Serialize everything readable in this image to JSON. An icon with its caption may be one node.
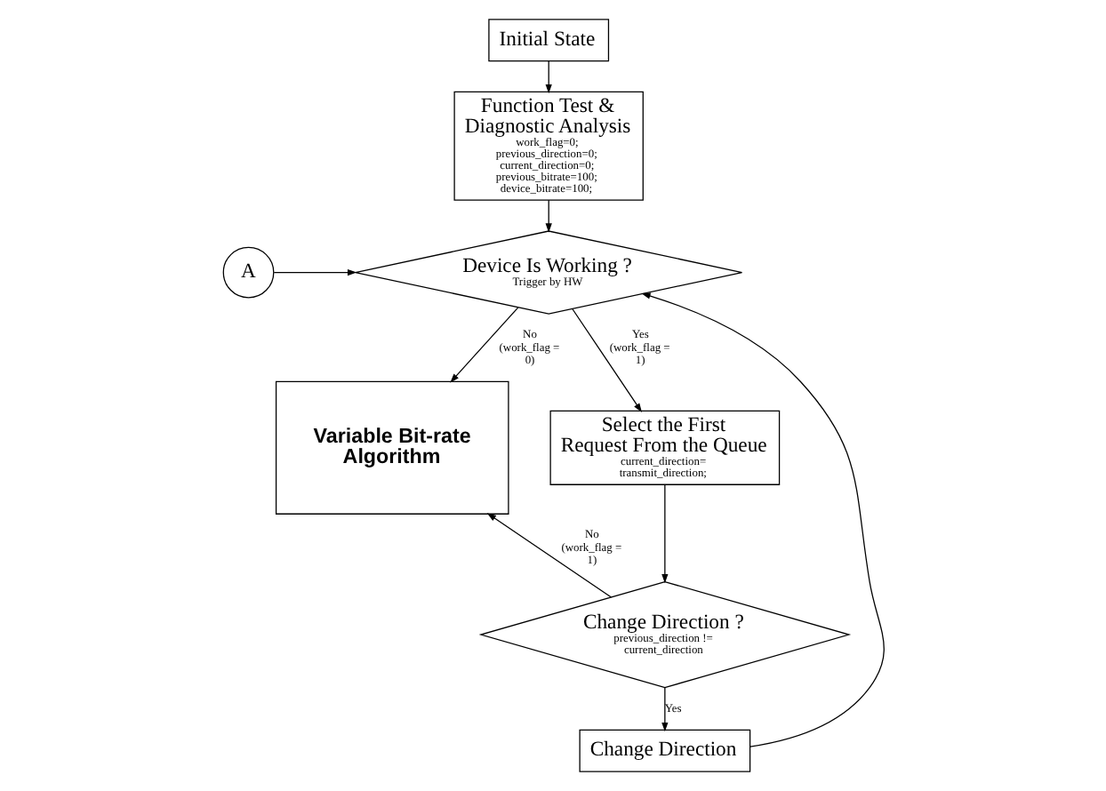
{
  "diagram": {
    "nodes": [
      {
        "text": [
          "Initial State"
        ]
      },
      {
        "text": [
          "Function Test & Diagnostic Analysis",
          "work_flag=0; previous_direction=0; current_direction=0; previous_bitrate=100; device_bitrate=100;"
        ]
      },
      {
        "text": [
          "A"
        ]
      },
      {
        "text": [
          "Device Is Working ?",
          "Trigger by HW"
        ]
      },
      {
        "text": [
          "Variable Bit-rate Algorithm"
        ]
      },
      {
        "text": [
          "Select the First Request From the Queue",
          "current_direction= transmit_direction;"
        ]
      },
      {
        "text": [
          "Change Direction ?",
          "previous_direction != current_direction"
        ]
      },
      {
        "text": [
          "Change Direction"
        ]
      }
    ],
    "edges": [
      {
        "from": 0,
        "to": 1,
        "arrow": "to"
      },
      {
        "from": 1,
        "to": 3,
        "arrow": "to"
      },
      {
        "from": 2,
        "to": 3,
        "arrow": "to"
      },
      {
        "from": 3,
        "to": 4,
        "arrow": "to",
        "label": "No (work_flag = 0)"
      },
      {
        "from": 3,
        "to": 5,
        "arrow": "to",
        "label": "Yes (work_flag = 1)"
      },
      {
        "from": 5,
        "to": 6,
        "arrow": "to"
      },
      {
        "from": 6,
        "to": 4,
        "arrow": "to",
        "label": "No (work_flag = 1)"
      },
      {
        "from": 6,
        "to": 7,
        "arrow": "to",
        "label": "Yes"
      },
      {
        "from": 7,
        "to": 3,
        "arrow": "to"
      }
    ]
  }
}
